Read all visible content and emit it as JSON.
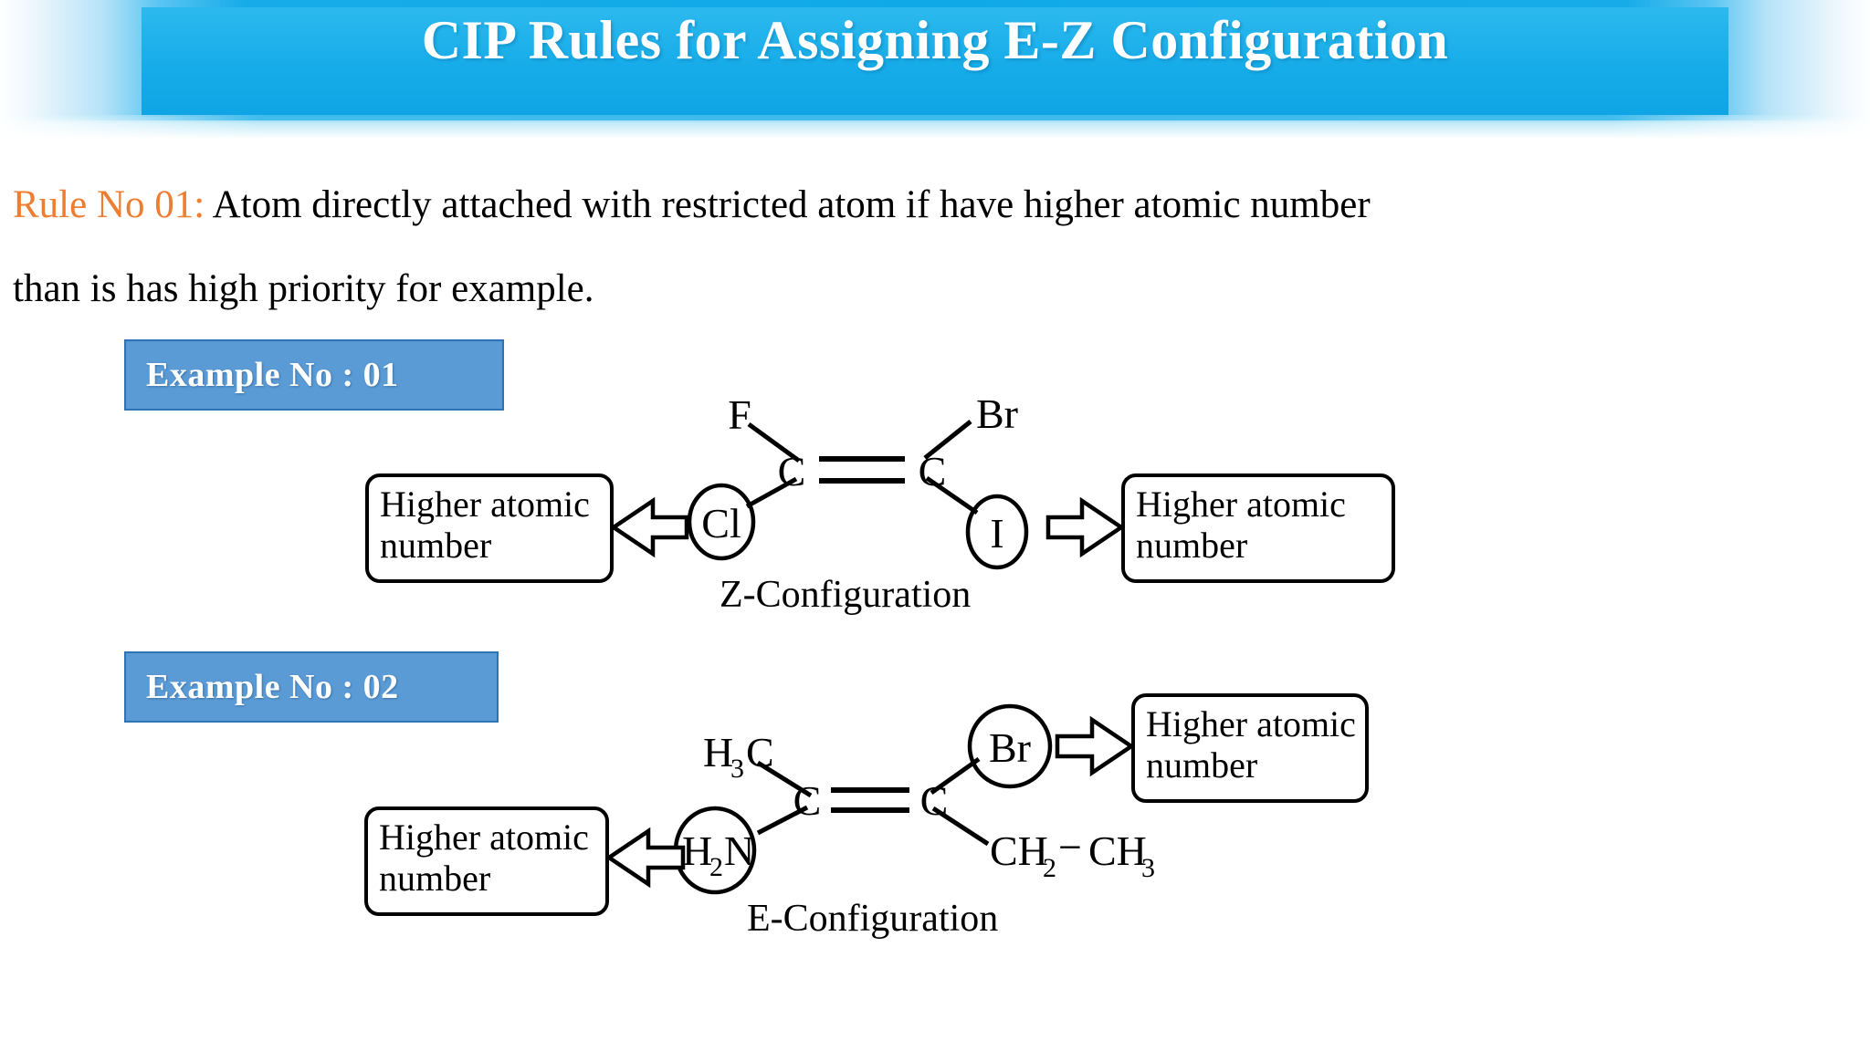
{
  "slide": {
    "title": "CIP Rules for Assigning E-Z Configuration",
    "title_bg_color": "#10A9E8",
    "accent_color": "#5B9BD5",
    "rule_label_color": "#ED7D31"
  },
  "rule": {
    "label": "Rule No 01:",
    "line1_rest": " Atom directly attached with restricted atom if have higher atomic number",
    "line2": "than is has high priority for example."
  },
  "examples": [
    {
      "badge": "Example No : 01",
      "configuration_label": "Z-Configuration",
      "substituents": {
        "top_left": "F",
        "top_right": "Br",
        "bottom_left": "Cl",
        "bottom_right": "I"
      },
      "circled": [
        "Cl",
        "I"
      ],
      "carbon_left": "C",
      "carbon_right": "C",
      "callout_left": {
        "line1": "Higher atomic",
        "line2": "number",
        "arrow": "arrow-left"
      },
      "callout_right": {
        "line1": "Higher atomic",
        "line2": "number",
        "arrow": "arrow-right"
      }
    },
    {
      "badge": "Example No : 02",
      "configuration_label": "E-Configuration",
      "substituents": {
        "top_left": "H3C",
        "top_left_base": "H",
        "top_left_sub": "3",
        "top_left_tail": "C",
        "top_right": "Br",
        "bottom_left_base": "H",
        "bottom_left_sub": "2",
        "bottom_left_tail": "N",
        "bottom_right_base1": "CH",
        "bottom_right_sub1": "2",
        "bottom_right_dash": "−",
        "bottom_right_base2": "CH",
        "bottom_right_sub2": "3"
      },
      "circled": [
        "H2N",
        "Br"
      ],
      "carbon_left": "C",
      "carbon_right": "C",
      "callout_left": {
        "line1": "Higher atomic",
        "line2": "number",
        "arrow": "arrow-left"
      },
      "callout_right": {
        "line1": "Higher atomic",
        "line2": "number",
        "arrow": "arrow-right"
      }
    }
  ]
}
